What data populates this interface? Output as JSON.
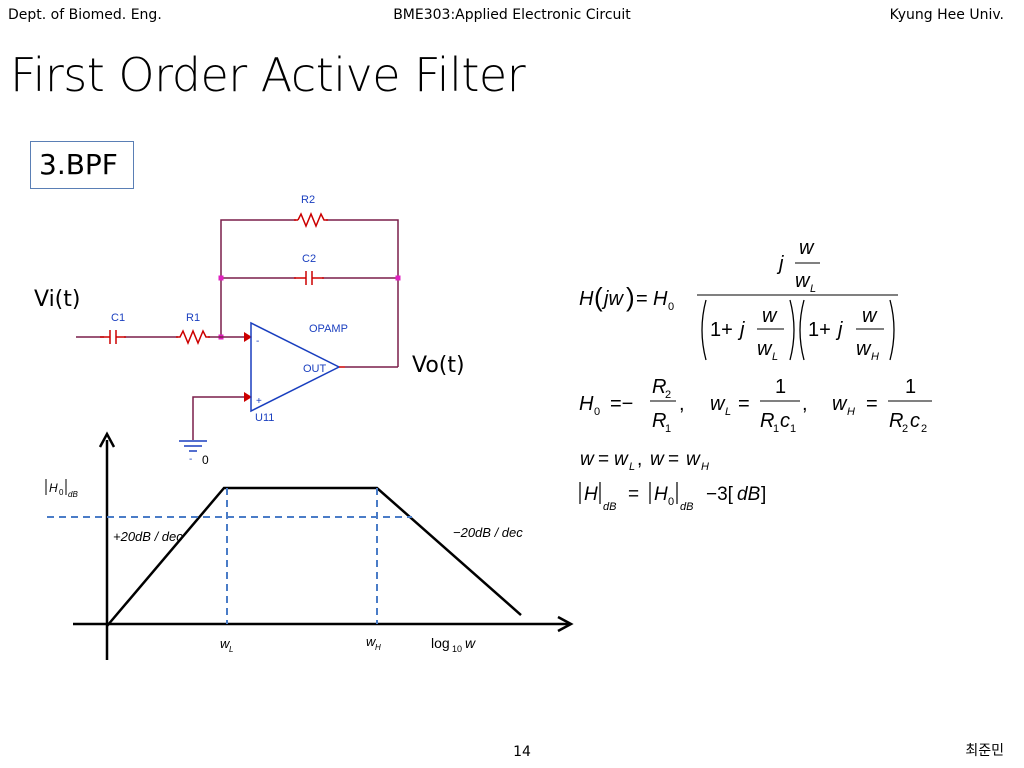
{
  "header": {
    "left": "Dept. of Biomed. Eng.",
    "center": "BME303:Applied Electronic Circuit",
    "right": "Kyung Hee Univ."
  },
  "title": "First Order Active Filter",
  "section_label": "3.BPF",
  "circuit": {
    "input_label": "Vi(t)",
    "output_label": "Vo(t)",
    "components": {
      "r2": "R2",
      "c2": "C2",
      "c1": "C1",
      "r1": "R1",
      "opamp": "OPAMP",
      "out_pin": "OUT",
      "minus_pin": "-",
      "plus_pin": "+",
      "opamp_ref": "U11",
      "ground_ref": "0"
    },
    "colors": {
      "wire": "#7a1f4a",
      "component": "#cc0000",
      "opamp": "#1a3fbf",
      "node": "#e020c0"
    }
  },
  "equations": {
    "transfer": {
      "lhs": "H(jw)",
      "gain": "H₀",
      "numerator": "j (w / w_L)",
      "denominator": "(1 + j w/w_L)(1 + j w/w_H)"
    },
    "definitions": {
      "h0": "H₀ = −R₂/R₁",
      "wl": "w_L = 1/(R₁c₁)",
      "wh": "w_H = 1/(R₂c₂)"
    },
    "condition": "w = w_L,  w = w_H",
    "db_relation": "|H|dB = |H₀|dB − 3[dB]"
  },
  "bode": {
    "y_label": "|H₀|dB",
    "rising_slope": "+20dB / dec",
    "falling_slope": "−20dB / dec",
    "x_tick_low": "w_L",
    "x_tick_high": "w_H",
    "x_axis_label": "log₁₀ w",
    "dashed_color": "#4a7cc7"
  },
  "footer": {
    "page": "14",
    "author": "최준민"
  }
}
